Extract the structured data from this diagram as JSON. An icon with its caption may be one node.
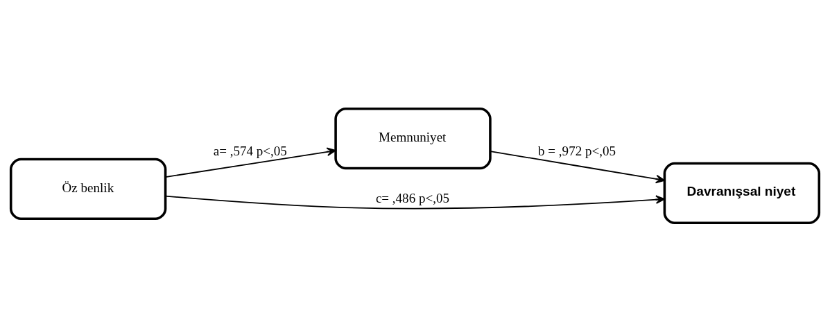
{
  "diagram": {
    "nodes": [
      {
        "text": [
          "Memnuniyet"
        ]
      },
      {
        "text": [
          "Öz benlik"
        ]
      },
      {
        "text": [
          "Davranışsal niyet"
        ]
      }
    ],
    "edges": [
      {
        "from": 1,
        "to": 0,
        "arrow": "to",
        "label": "a= ,574 p<,05"
      },
      {
        "from": 0,
        "to": 2,
        "arrow": "to",
        "label": "b = ,972 p<,05"
      },
      {
        "from": 1,
        "to": 2,
        "arrow": "to",
        "label": "c= ,486 p<,05"
      }
    ]
  }
}
